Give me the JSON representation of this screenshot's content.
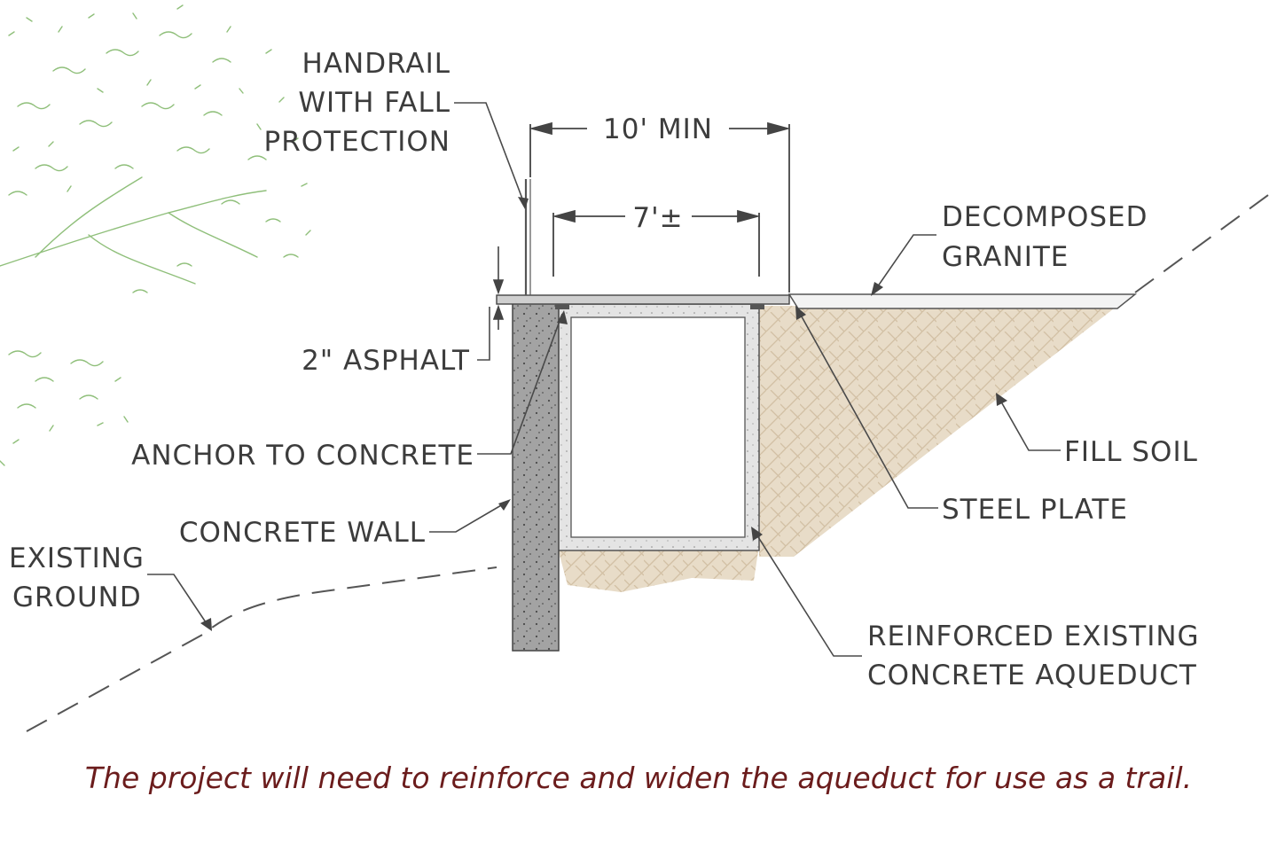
{
  "labels": {
    "handrail": [
      "HANDRAIL",
      "WITH FALL",
      "PROTECTION"
    ],
    "ten_min": "10' MIN",
    "seven": "7'±",
    "decomposed_granite": [
      "DECOMPOSED",
      "GRANITE"
    ],
    "asphalt": "2\" ASPHALT",
    "anchor": "ANCHOR TO CONCRETE",
    "fill_soil": "FILL SOIL",
    "steel_plate": "STEEL PLATE",
    "concrete_wall": "CONCRETE WALL",
    "existing_ground": [
      "EXISTING",
      "GROUND"
    ],
    "aqueduct": [
      "REINFORCED EXISTING",
      "CONCRETE AQUEDUCT"
    ]
  },
  "caption": "The project will need to reinforce and widen the aqueduct for use as a trail.",
  "colors": {
    "foliage": "#8fbf7a",
    "concrete": "#9a9a9a",
    "fill_soil": "#e6d8c3",
    "caption": "#6b1c1c",
    "line": "#4a4a4a"
  }
}
